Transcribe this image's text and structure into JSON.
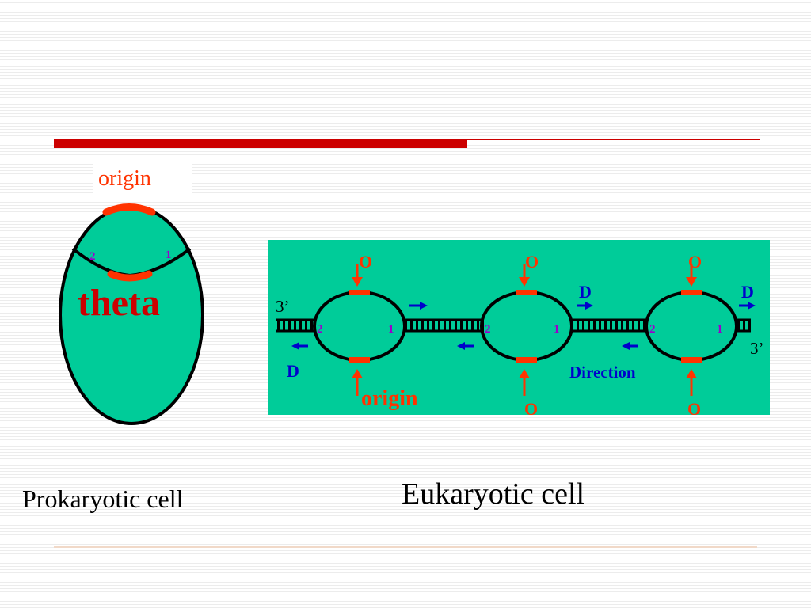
{
  "colors": {
    "cell_fill": "#00cc99",
    "origin_marker": "#ff3300",
    "direction_arrow": "#0000cc",
    "strand_number": "#9900cc",
    "title_rule": "#cc0000"
  },
  "prokaryote": {
    "origin_label": "origin",
    "theta_label": "theta",
    "strand_left": "2",
    "strand_right": "1",
    "caption": "Prokaryotic cell"
  },
  "eukaryote": {
    "caption": "Eukaryotic cell",
    "label_3prime_left": "3’",
    "label_3prime_right": "3’",
    "origin_top_1": "O",
    "origin_top_2": "O",
    "origin_top_3": "O",
    "origin_bottom_1": "origin",
    "origin_bottom_2": "O",
    "origin_bottom_3": "O",
    "direction_d_left": "D",
    "direction_d_mid": "D",
    "direction_d_right": "D",
    "direction_word": "Direction",
    "bubble_1_left": "2",
    "bubble_1_right": "1",
    "bubble_2_left": "2",
    "bubble_2_right": "1",
    "bubble_3_left": "2",
    "bubble_3_right": "1"
  }
}
